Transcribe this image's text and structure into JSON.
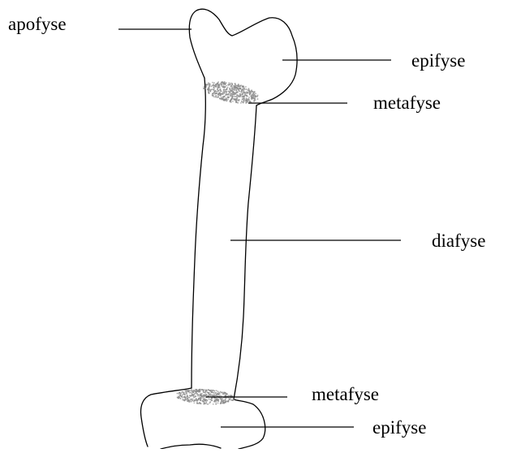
{
  "diagram": {
    "labels": {
      "apofyse": "apofyse",
      "epifyse_top": "epifyse",
      "metafyse_top": "metafyse",
      "diafyse": "diafyse",
      "metafyse_bottom": "metafyse",
      "epifyse_bottom": "epifyse"
    },
    "colors": {
      "outline": "#000000",
      "growth_zone_speckle": "#8c8c8c",
      "background": "#ffffff"
    }
  }
}
